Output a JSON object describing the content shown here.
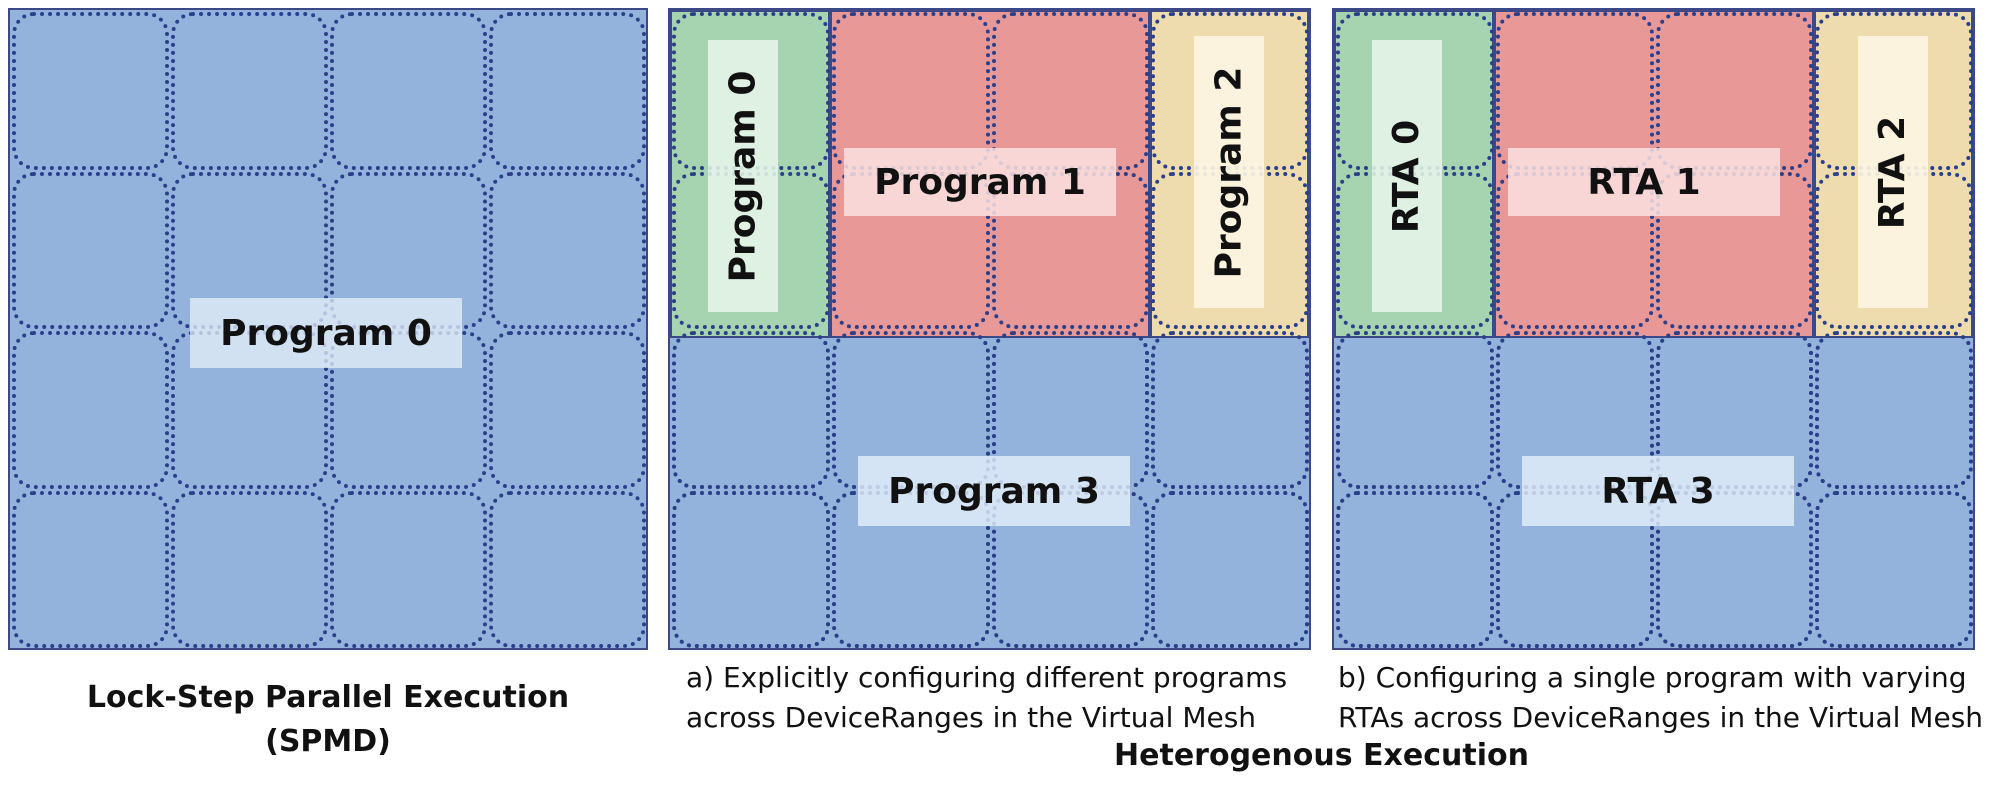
{
  "colors": {
    "blue": "#93b3dc",
    "green": "#a7d7ab",
    "red": "#f2958f",
    "yellow": "#f5dfaa",
    "grid_dots": "#2b3f8a",
    "border": "#3b4a86"
  },
  "panel_spmd": {
    "label": "Program 0",
    "title_line1": "Lock-Step Parallel Execution",
    "title_line2": "(SPMD)"
  },
  "panel_a": {
    "program0": "Program 0",
    "program1": "Program 1",
    "program2": "Program 2",
    "program3": "Program 3",
    "caption_line1": "a) Explicitly configuring different programs",
    "caption_line2": "across DeviceRanges in the Virtual Mesh"
  },
  "panel_b": {
    "rta0": "RTA 0",
    "rta1": "RTA 1",
    "rta2": "RTA 2",
    "rta3": "RTA 3",
    "caption_line1": "b) Configuring a single program with varying",
    "caption_line2": "RTAs across DeviceRanges in the Virtual Mesh"
  },
  "group_title": "Heterogenous Execution"
}
